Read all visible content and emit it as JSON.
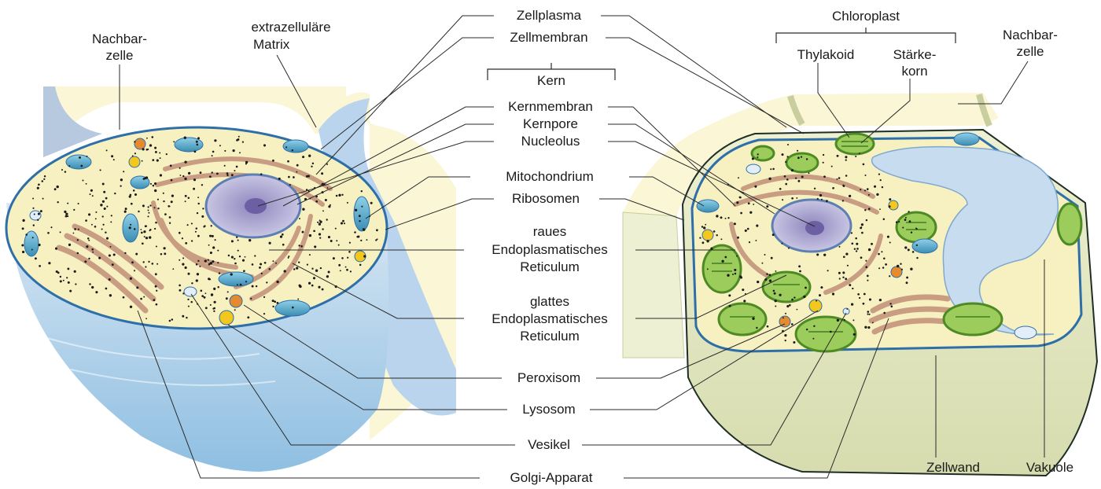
{
  "labels": {
    "zellplasma": "Zellplasma",
    "zellmembran": "Zellmembran",
    "kern": "Kern",
    "kernmembran": "Kernmembran",
    "kernpore": "Kernpore",
    "nucleolus": "Nucleolus",
    "mitochondrium": "Mitochondrium",
    "ribosomen": "Ribosomen",
    "raues_er": [
      "raues",
      "Endoplasmatisches",
      "Reticulum"
    ],
    "glattes_er": [
      "glattes",
      "Endoplasmatisches",
      "Reticulum"
    ],
    "peroxisom": "Peroxisom",
    "lysosom": "Lysosom",
    "vesikel": "Vesikel",
    "golgi": "Golgi-Apparat",
    "nachbarzelle_left": [
      "Nachbar-",
      "zelle"
    ],
    "extrazellulaere_matrix": [
      "extrazelluläre",
      "Matrix"
    ],
    "chloroplast": "Chloroplast",
    "thylakoid": "Thylakoid",
    "staerkekorn": [
      "Stärke-",
      "korn"
    ],
    "nachbarzelle_right": [
      "Nachbar-",
      "zelle"
    ],
    "zellwand": "Zellwand",
    "vakuole": "Vakuole"
  },
  "colors": {
    "cytoplasm": "#f7f1c2",
    "membrane": "#2e6fa8",
    "cell_side": "#b9d4ec",
    "neighbor": "#fbf6d6",
    "nucleus": "#a9a6cf",
    "er": "#c99d82",
    "mitochondrion": "#5aa9c9",
    "chloroplast": "#6fae3c",
    "vacuole": "#c7dcef",
    "peroxisome": "#e58a2e",
    "lysosome": "#f2c81e",
    "cell_wall": "#e4e7c3"
  }
}
